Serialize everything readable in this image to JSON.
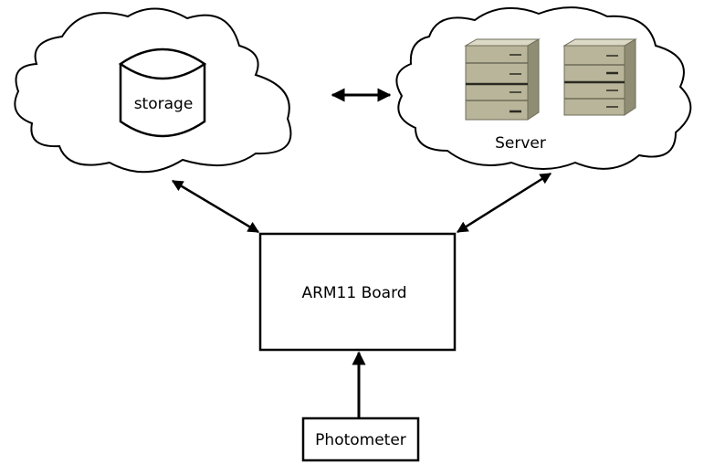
{
  "nodes": {
    "storage": {
      "label": "storage"
    },
    "server": {
      "label": "Server"
    },
    "board": {
      "label": "ARM11 Board"
    },
    "photometer": {
      "label": "Photometer"
    }
  },
  "connections": [
    {
      "from": "storage",
      "to": "server",
      "direction": "both"
    },
    {
      "from": "storage",
      "to": "board",
      "direction": "both"
    },
    {
      "from": "server",
      "to": "board",
      "direction": "both"
    },
    {
      "from": "photometer",
      "to": "board",
      "direction": "to"
    }
  ],
  "colors": {
    "stroke": "#000000",
    "server_body": "#b8b59a",
    "server_dark": "#6e6c58",
    "server_light": "#dcdac6"
  }
}
